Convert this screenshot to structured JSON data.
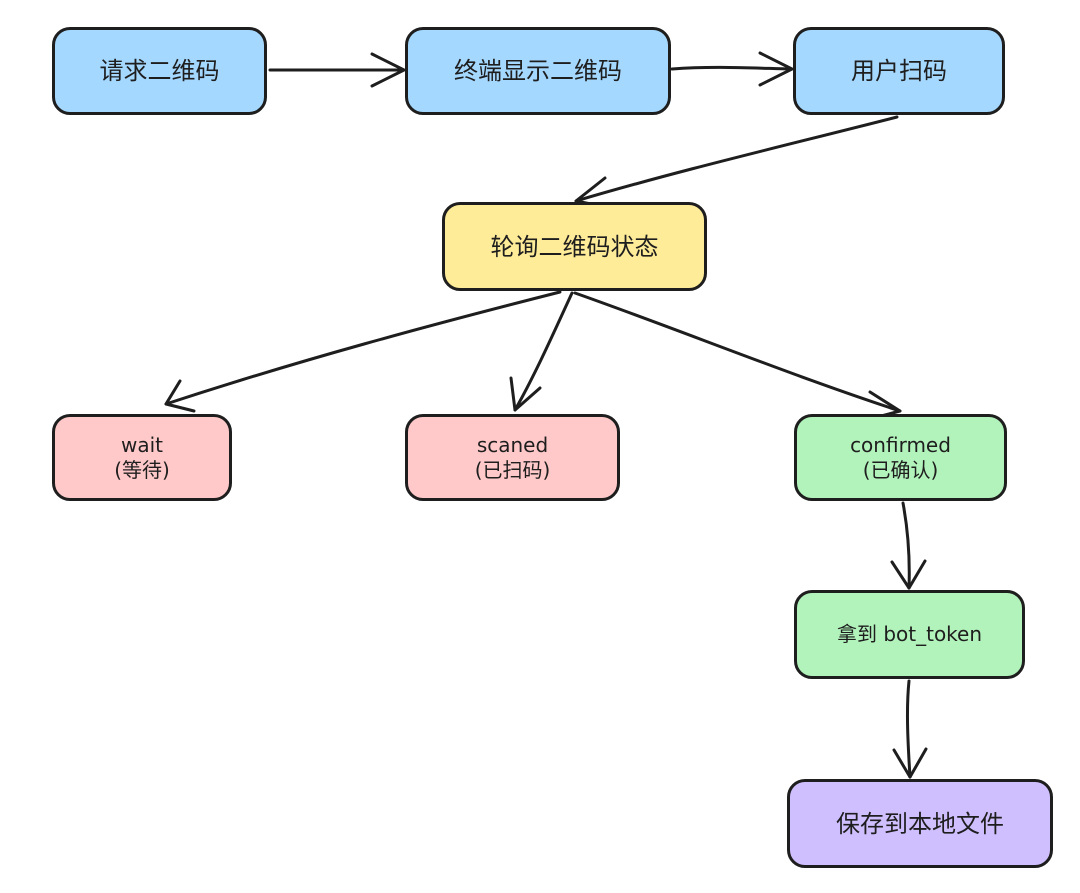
{
  "nodes": {
    "request_qr": {
      "label": "请求二维码"
    },
    "terminal_show_qr": {
      "label": "终端显示二维码"
    },
    "user_scan": {
      "label": "用户扫码"
    },
    "poll_status": {
      "label": "轮询二维码状态"
    },
    "wait": {
      "label": "wait",
      "sub": "(等待)"
    },
    "scaned": {
      "label": "scaned",
      "sub": "(已扫码)"
    },
    "confirmed": {
      "label": "confirmed",
      "sub": "(已确认)"
    },
    "get_token": {
      "label": "拿到 bot_token"
    },
    "save_local": {
      "label": "保存到本地文件"
    }
  },
  "colors": {
    "blue": "#a5d8ff",
    "yellow": "#ffec99",
    "red": "#ffc9c9",
    "green": "#b2f2bb",
    "purple": "#d0bfff",
    "stroke": "#1e1e1e"
  }
}
